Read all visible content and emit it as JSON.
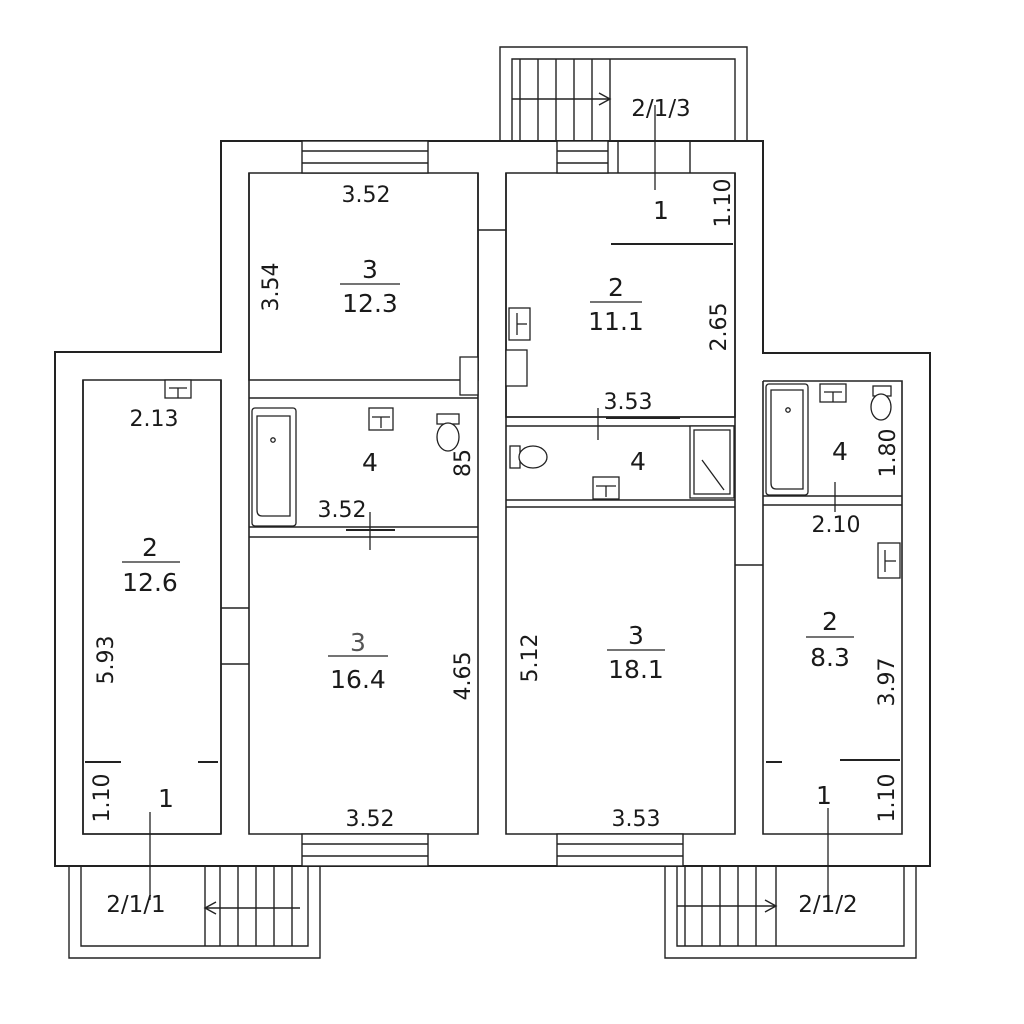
{
  "rooms": {
    "left_unit": {
      "room_2": {
        "number": "2",
        "area": "12.6"
      },
      "room_1": {
        "number": "1"
      },
      "dims": {
        "top": "2.13",
        "side": "5.93",
        "corridor": "1.10"
      }
    },
    "upper_left": {
      "room_3": {
        "number": "3",
        "area": "12.3"
      },
      "bath_4": {
        "number": "4"
      },
      "dims": {
        "top": "3.52",
        "side": "3.54",
        "bath_width": "3.52",
        "bath_depth": "85"
      }
    },
    "lower_left_center": {
      "room_3": {
        "number": "3",
        "area": "16.4"
      },
      "dims": {
        "bottom": "3.52",
        "side": "4.65"
      }
    },
    "upper_right_center": {
      "room_2": {
        "number": "2",
        "area": "11.1"
      },
      "room_1": {
        "number": "1"
      },
      "bath_4": {
        "number": "4"
      },
      "dims": {
        "hall_depth": "1.10",
        "side": "2.65",
        "bath_width": "3.53"
      }
    },
    "lower_right_center": {
      "room_3": {
        "number": "3",
        "area": "18.1"
      },
      "dims": {
        "bottom": "3.53",
        "side": "5.12"
      }
    },
    "right_unit": {
      "room_2": {
        "number": "2",
        "area": "8.3"
      },
      "room_1": {
        "number": "1"
      },
      "bath_4": {
        "number": "4"
      },
      "dims": {
        "bath_depth": "1.80",
        "bath_width": "2.10",
        "side": "3.97",
        "corridor": "1.10"
      }
    }
  },
  "entrances": {
    "left": "2/1/1",
    "right": "2/1/2",
    "top": "2/1/3"
  }
}
